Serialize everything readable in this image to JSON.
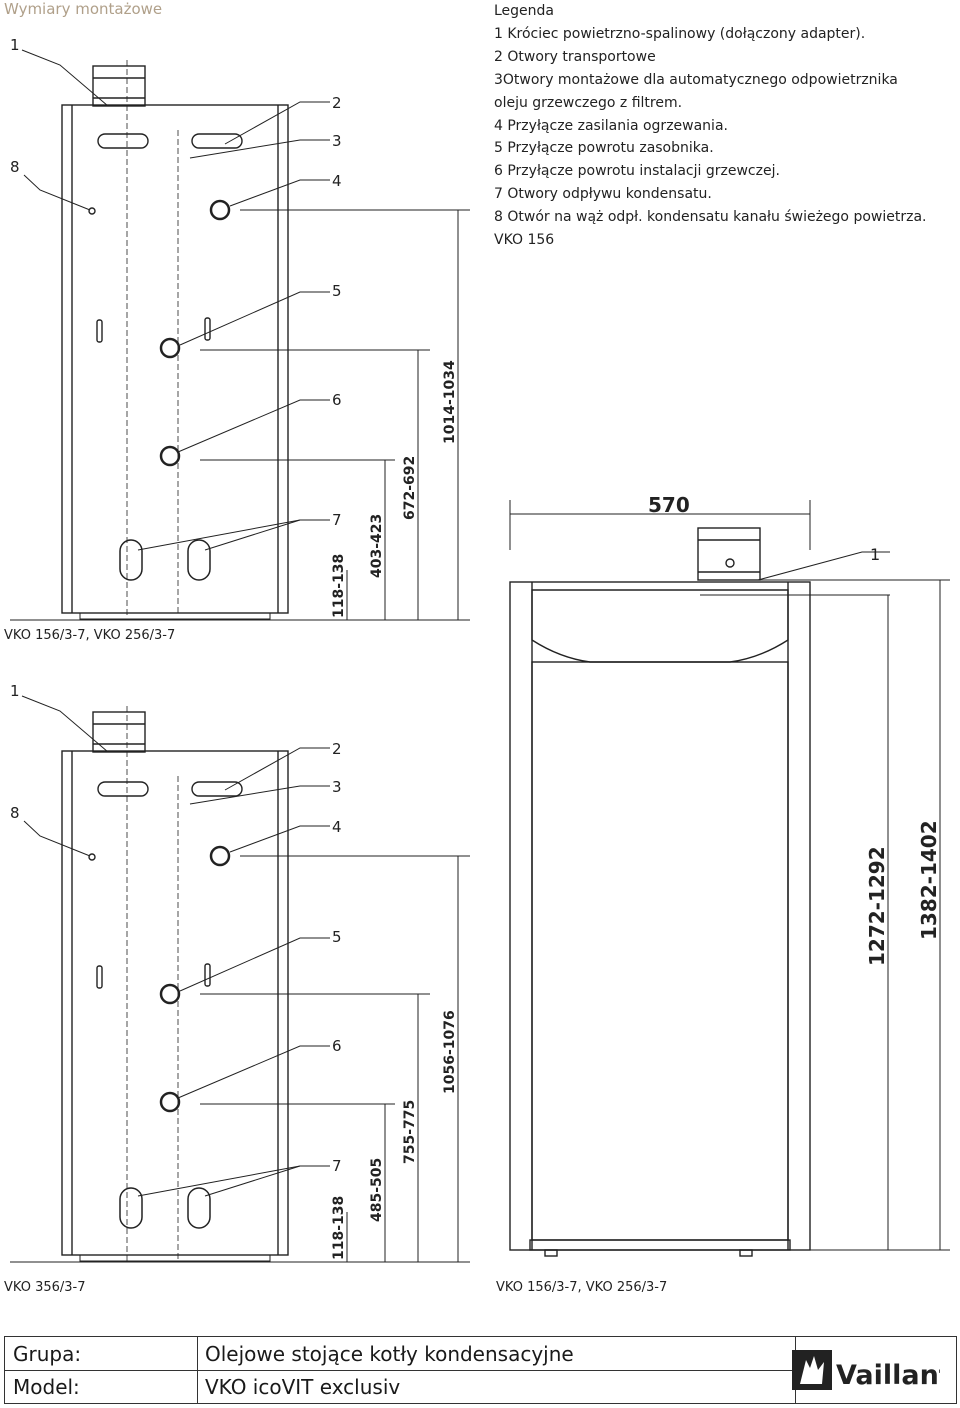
{
  "section_title": "Wymiary montażowe",
  "legend": {
    "title": "Legenda",
    "items": [
      "1 Króciec powietrzno-spalinowy (dołączony adapter).",
      "2 Otwory transportowe",
      "3Otwory montażowe dla automatycznego odpowietrznika",
      "oleju grzewczego z filtrem.",
      "4 Przyłącze zasilania ogrzewania.",
      "5 Przyłącze powrotu zasobnika.",
      "6 Przyłącze powrotu instalacji grzewczej.",
      "7 Otwory odpływu kondensatu.",
      "8 Otwór na wąż odpł. kondensatu kanału świeżego powietrza.",
      "VKO 156"
    ]
  },
  "callout_numbers": [
    "1",
    "2",
    "3",
    "4",
    "5",
    "6",
    "7",
    "8"
  ],
  "diagram_top": {
    "caption": "VKO 156/3-7, VKO 256/3-7",
    "dimensions": [
      "118-138",
      "403-423",
      "672-692",
      "1014-1034"
    ]
  },
  "diagram_bottom": {
    "caption": "VKO 356/3-7",
    "dimensions": [
      "118-138",
      "485-505",
      "755-775",
      "1056-1076"
    ]
  },
  "diagram_front": {
    "caption": "VKO 156/3-7, VKO 256/3-7",
    "width_label": "570",
    "dimensions": [
      "1272-1292",
      "1382-1402"
    ],
    "callout": "1"
  },
  "footer": {
    "group_label": "Grupa:",
    "group_value": "Olejowe stojące kotły kondensacyjne",
    "model_label": "Model:",
    "model_value": "VKO icoVIT exclusiv"
  },
  "logo": {
    "text": "Vaillant",
    "icon": "vaillant-hare-icon",
    "color": "#222222"
  }
}
